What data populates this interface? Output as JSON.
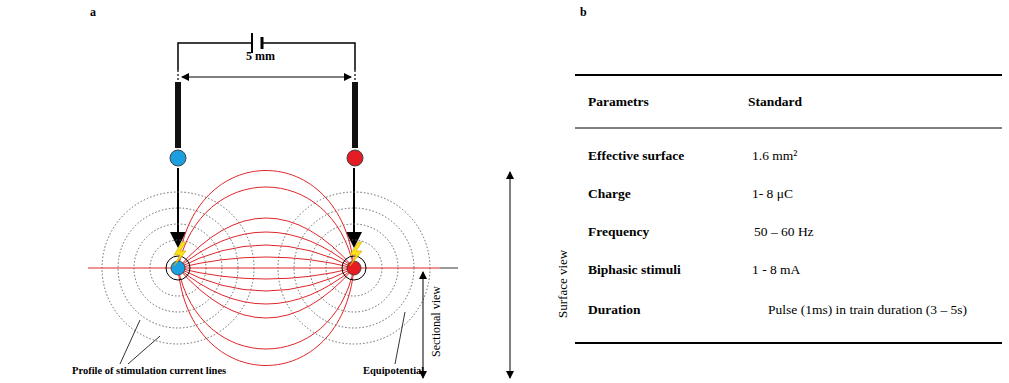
{
  "diagram": {
    "labels": [
      "a",
      "b",
      "5 mm",
      "Profile of stimulation current lines",
      "Equipotential",
      "Surface view",
      "Sectional view",
      "Parametrs",
      "Standard",
      "Effective surface",
      "1.6 mm²",
      "Charge",
      "1- 8 μC",
      "Frequency",
      "50 – 60 Hz",
      "Biphasic stimuli",
      "1 - 8 mA",
      "Duration",
      "Pulse (1ms) in train duration (3 – 5s)"
    ]
  }
}
